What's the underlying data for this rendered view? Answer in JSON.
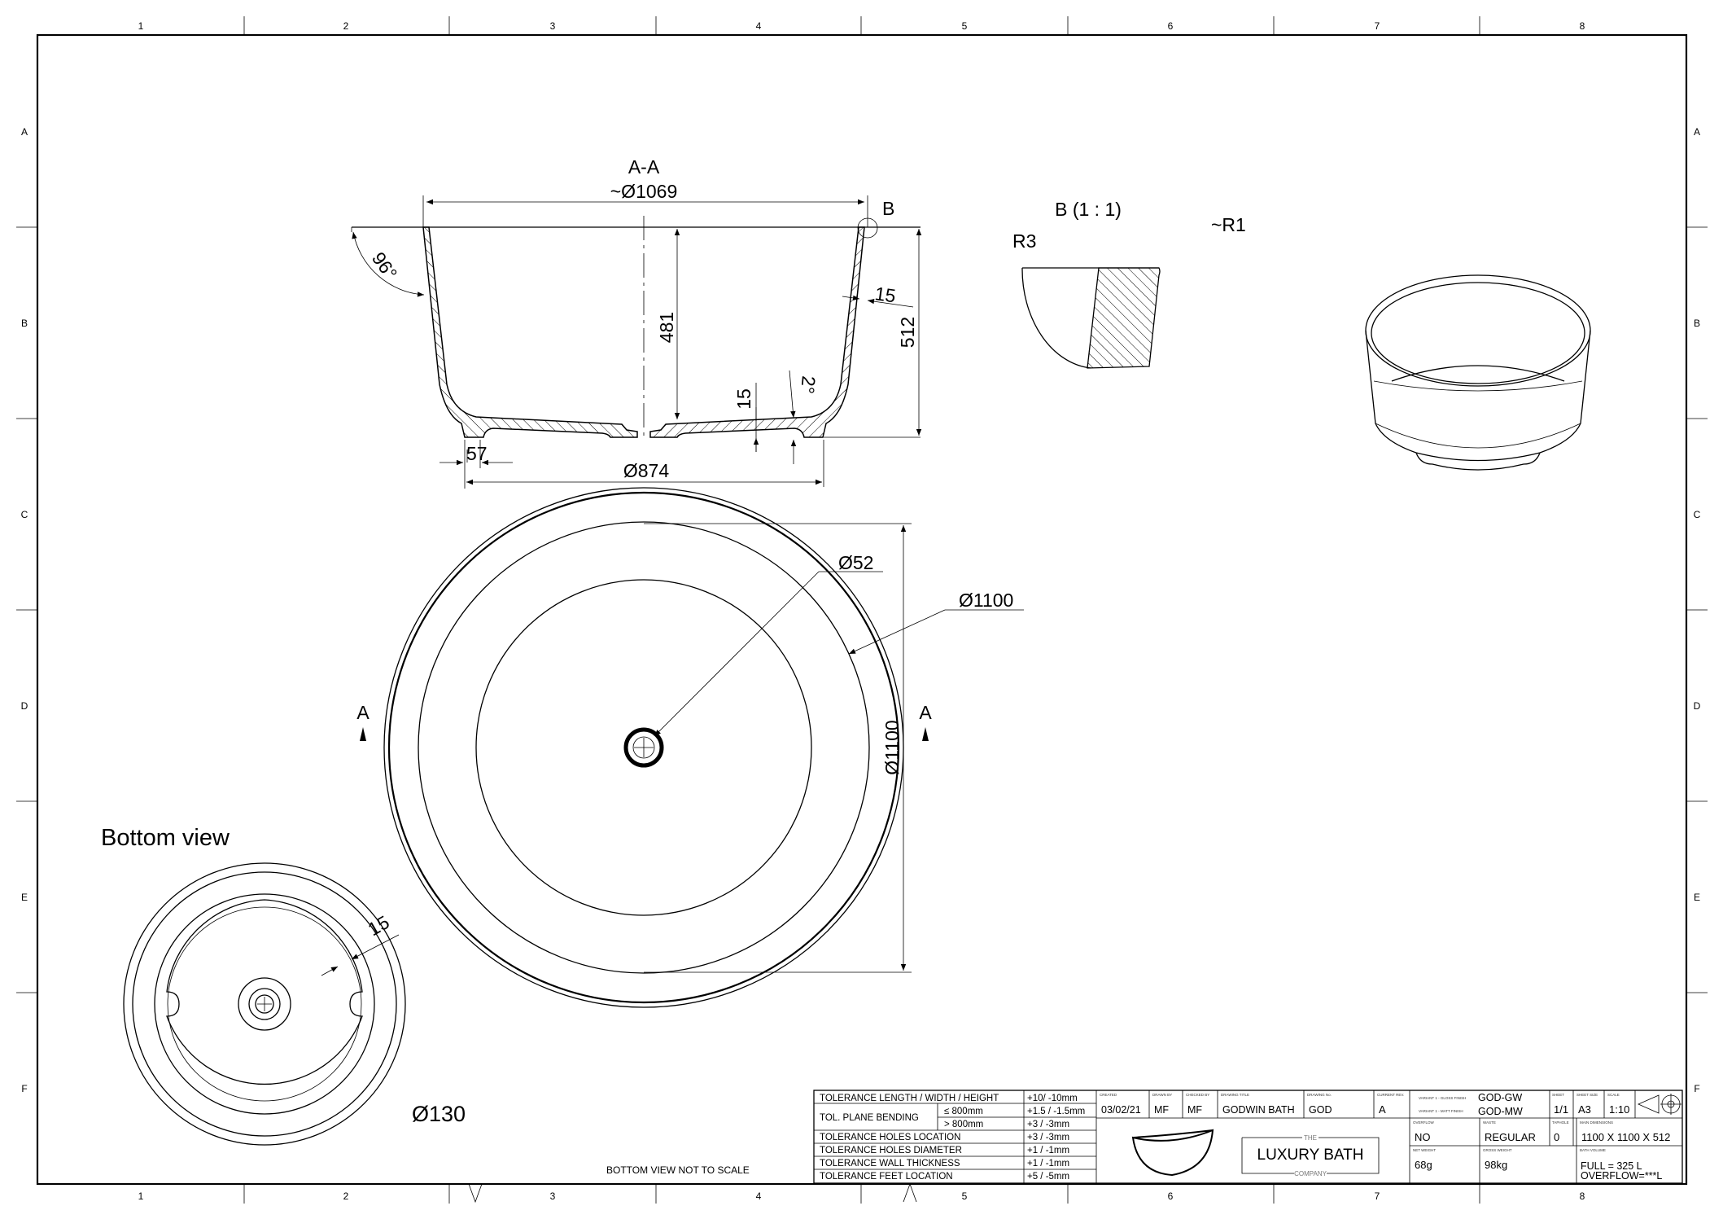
{
  "frame": {
    "columns": [
      "1",
      "2",
      "3",
      "4",
      "5",
      "6",
      "7",
      "8"
    ],
    "rows": [
      "A",
      "B",
      "C",
      "D",
      "E",
      "F"
    ]
  },
  "section_view": {
    "title": "A-A",
    "top_diameter": "~Ø1069",
    "detail_marker": "B",
    "wall_angle": "96°",
    "wall_thickness": "15",
    "inner_depth": "481",
    "overall_height": "512",
    "floor_thickness": "15",
    "draft_angle": "2°",
    "foot_width": "57",
    "base_diameter": "Ø874"
  },
  "detail_view": {
    "title": "B (1 : 1)",
    "radius_inner": "R3",
    "radius_outer": "~R1"
  },
  "plan_view": {
    "drain_diameter": "Ø52",
    "outer_diameter": "Ø1100",
    "outer_diameter_vertical": "Ø1100",
    "section_mark_left": "A",
    "section_mark_right": "A"
  },
  "bottom_view": {
    "title": "Bottom view",
    "wall": "15",
    "diameter": "Ø130",
    "note": "BOTTOM VIEW NOT TO SCALE"
  },
  "tolerances": {
    "length_label": "TOLERANCE LENGTH / WIDTH / HEIGHT",
    "length_value": "+10/ -10mm",
    "plane_label": "TOL. PLANE BENDING",
    "plane_le": "≤  800mm",
    "plane_le_value": "+1.5 / -1.5mm",
    "plane_gt": ">  800mm",
    "plane_gt_value": "+3 / -3mm",
    "rows": [
      {
        "label": "TOLERANCE HOLES LOCATION",
        "value": "+3 / -3mm"
      },
      {
        "label": "TOLERANCE HOLES DIAMETER",
        "value": "+1 / -1mm"
      },
      {
        "label": "TOLERANCE WALL THICKNESS",
        "value": "+1 / -1mm"
      },
      {
        "label": "TOLERANCE FEET LOCATION",
        "value": "+5 / -5mm"
      }
    ]
  },
  "title_block": {
    "created_label": "CREATED",
    "created": "03/02/21",
    "drawn_by_label": "DRAWN BY",
    "drawn_by": "MF",
    "checked_by_label": "CHECKED BY",
    "checked_by": "MF",
    "drawing_title_label": "DRAWING TITLE",
    "drawing_title": "GODWIN BATH",
    "drawing_no_label": "DRAWING No.",
    "drawing_no": "GOD",
    "current_rev_label": "CURRENT REV.",
    "current_rev": "A",
    "variant_gloss_label": "VARIANT 1 - GLOSS FINISH",
    "variant_gloss": "GOD-GW",
    "variant_matt_label": "VARIANT 1 - MATT FINISH",
    "variant_matt": "GOD-MW",
    "sheet_label": "SHEET",
    "sheet": "1/1",
    "sheet_size_label": "SHEET SIZE",
    "sheet_size": "A3",
    "scale_label": "SCALE",
    "scale": "1:10",
    "overflow_label": "OVERFLOW",
    "overflow": "NO",
    "waste_label": "WASTE",
    "waste": "REGULAR",
    "taphole_label": "TAPHOLE",
    "taphole": "0",
    "main_dimensions_label": "MAIN DIMENSIONS",
    "main_dimensions": "1100 X 1100 X 512",
    "net_weight_label": "NET WEIGHT",
    "net_weight": "68g",
    "gross_weight_label": "GROSS WEIGHT",
    "gross_weight": "98kg",
    "bath_volume_label": "BATH VOLUME",
    "bath_volume_full": "FULL = 325 L",
    "bath_volume_overflow": "OVERFLOW=***L",
    "logo": {
      "the": "THE",
      "name": "LUXURY BATH",
      "company": "COMPANY"
    }
  }
}
